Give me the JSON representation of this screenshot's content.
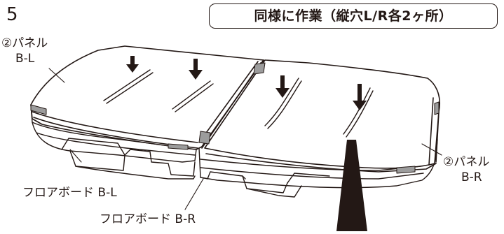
{
  "step_number": "5",
  "instruction_note": "同様に作業（縦穴L/R各2ヶ所）",
  "labels": {
    "panel_bl_line1": "②パネル",
    "panel_bl_line2": "B-L",
    "panel_br_line1": "②パネル",
    "panel_br_line2": "B-R",
    "floorboard_bl": "フロアボード B-L",
    "floorboard_br": "フロアボード B-R"
  },
  "colors": {
    "ink": "#231815",
    "paper": "#ffffff",
    "tab_gray": "#9c9c9c"
  },
  "icons": [
    "down-arrow-icon",
    "insertion-wedge"
  ]
}
